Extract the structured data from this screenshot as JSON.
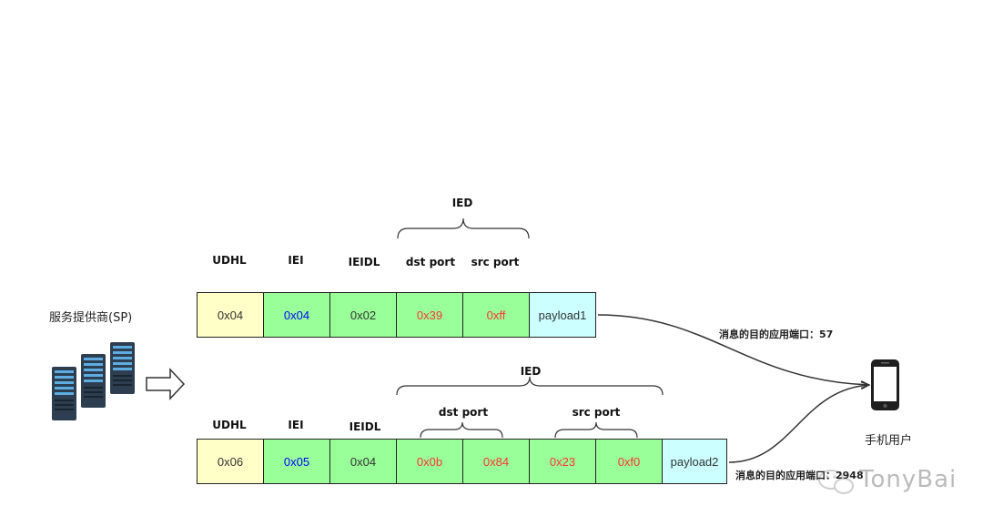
{
  "sp_label": "服务提供商(SP)",
  "phone_label": "手机用户",
  "row1": {
    "headers": {
      "udhl": "UDHL",
      "iei": "IEI",
      "ieidl": "IEIDL",
      "ied": "IED",
      "dst": "dst port",
      "src": "src port"
    },
    "cells": [
      "0x04",
      "0x04",
      "0x02",
      "0x39",
      "0xff",
      "payload1"
    ],
    "arrow_label": "消息的目的应用端口：57"
  },
  "row2": {
    "headers": {
      "udhl": "UDHL",
      "iei": "IEI",
      "ieidl": "IEIDL",
      "ied": "IED",
      "dst": "dst port",
      "src": "src port"
    },
    "cells": [
      "0x06",
      "0x05",
      "0x04",
      "0x0b",
      "0x84",
      "0x23",
      "0xf0",
      "payload2"
    ],
    "arrow_label": "消息的目的应用端口：2948"
  },
  "watermark": "TonyBai",
  "colors": {
    "yellow": "#ffffc7",
    "green": "#99ff99",
    "cyan": "#ccffff",
    "blue_text": "#0000ff",
    "red_text": "#ff3333",
    "server_dark": "#2c3e50",
    "server_accent": "#3498db"
  },
  "icons": [
    "server-rack-icon",
    "hollow-arrow-right-icon",
    "smartphone-icon",
    "wechat-icon"
  ]
}
